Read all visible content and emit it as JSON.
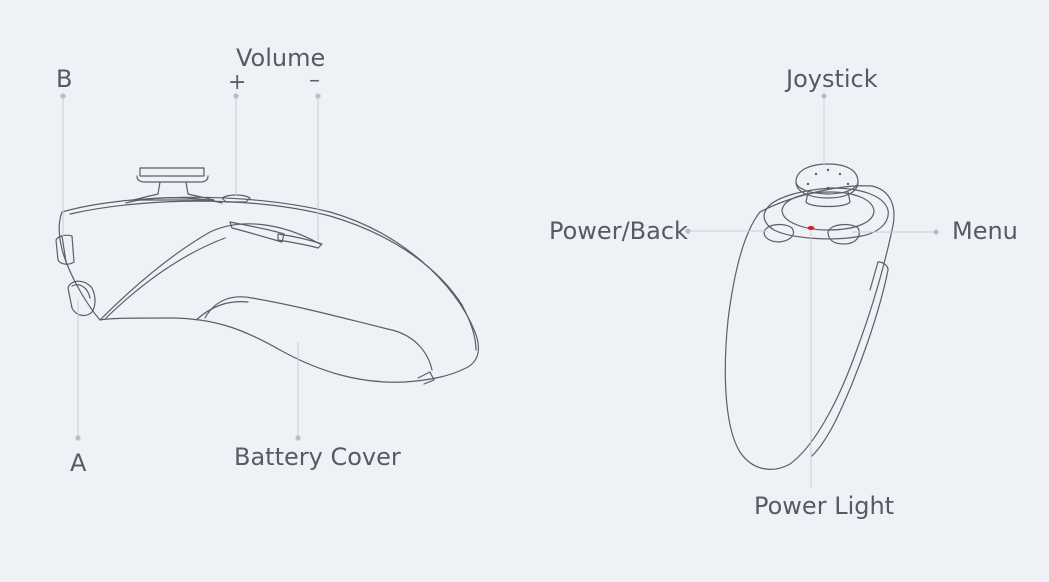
{
  "diagram": {
    "left_controller": {
      "labels": {
        "b": "B",
        "a": "A",
        "volume": "Volume",
        "volume_plus": "+",
        "volume_minus": "–",
        "battery_cover": "Battery Cover"
      }
    },
    "right_controller": {
      "labels": {
        "joystick": "Joystick",
        "power_back": "Power/Back",
        "menu": "Menu",
        "power_light": "Power Light"
      }
    },
    "colors": {
      "background": "#eef2f7",
      "outline": "#5a5f66",
      "leader": "#c9ced6",
      "dot": "#b9bec6",
      "text": "#555b63",
      "power_light": "#d0202a"
    }
  }
}
